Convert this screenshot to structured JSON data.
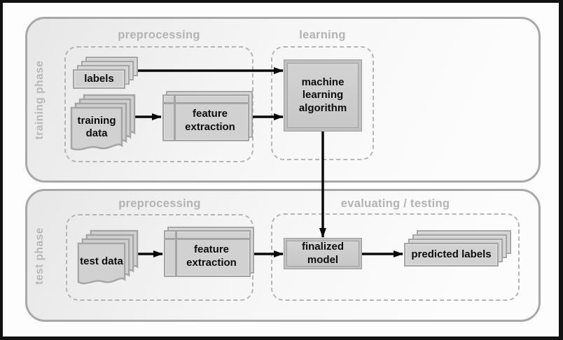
{
  "colors": {
    "frame": "#111111",
    "panel-border": "#a8a8a8",
    "dashed": "#b5b5b5",
    "group-label": "#b3b3b3",
    "phase-label": "#b7b7b7",
    "node-fill": "#d1d1d1",
    "node-border": "#a5a5a5",
    "text": "#0d0d0d",
    "arrow": "#0a0a0a"
  },
  "phases": {
    "training": {
      "label": "training phase",
      "groups": {
        "preprocessing": "preprocessing",
        "learning": "learning"
      }
    },
    "test": {
      "label": "test phase",
      "groups": {
        "preprocessing": "preprocessing",
        "evaluating": "evaluating / testing"
      }
    }
  },
  "nodes": {
    "labels": "labels",
    "training_data": "training data",
    "feature_extraction_training": "feature extraction",
    "ml_algorithm": "machine learning algorithm",
    "test_data": "test data",
    "feature_extraction_test": "feature extraction",
    "finalized_model": "finalized model",
    "predicted_labels": "predicted labels"
  }
}
